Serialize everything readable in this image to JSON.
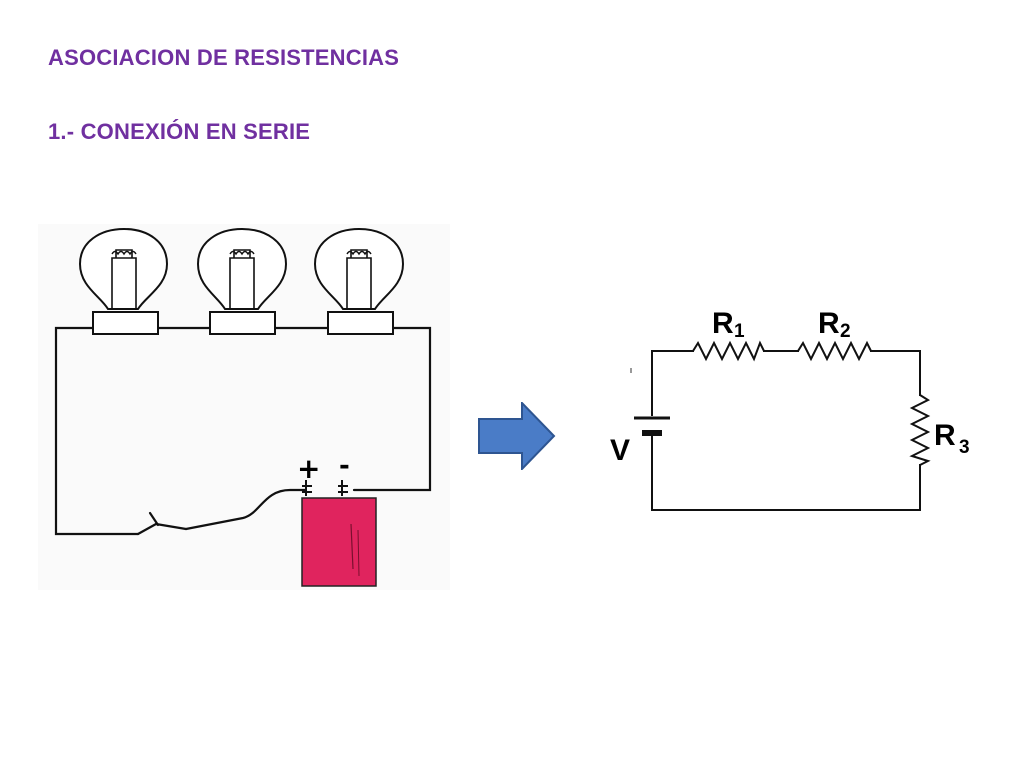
{
  "title": "ASOCIACION DE RESISTENCIAS",
  "subtitle": "1.- CONEXIÓN EN SERIE",
  "colors": {
    "heading": "#7030a0",
    "battery": "#e0245e",
    "arrow_fill": "#4a7cc7",
    "arrow_stroke": "#2e5591"
  },
  "illustration": {
    "plus": "+",
    "minus": "-"
  },
  "schematic": {
    "r1": {
      "letter": "R",
      "index": "1"
    },
    "r2": {
      "letter": "R",
      "index": "2"
    },
    "r3": {
      "letter": "R",
      "index": "3"
    },
    "source": "V"
  }
}
